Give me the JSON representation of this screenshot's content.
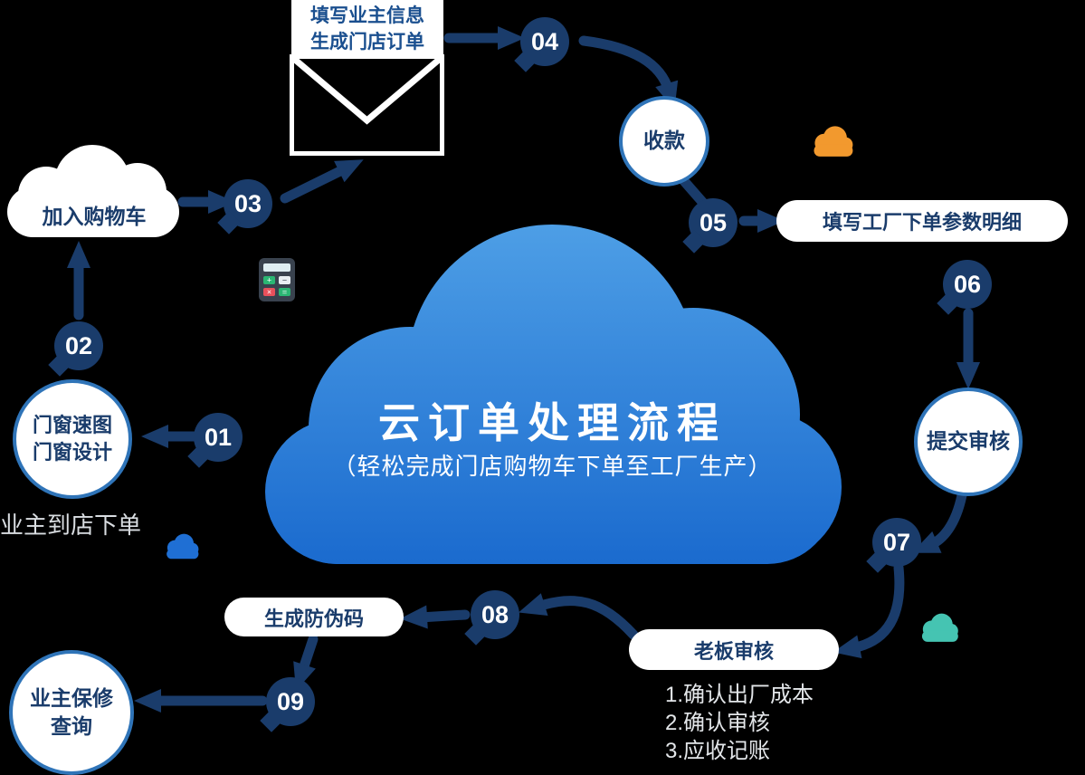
{
  "cloud": {
    "title": "云订单处理流程",
    "subtitle": "（轻松完成门店购物车下单至工厂生产）"
  },
  "steps": [
    "01",
    "02",
    "03",
    "04",
    "05",
    "06",
    "07",
    "08",
    "09"
  ],
  "nodes": {
    "envelope_label": "填写业主信息\n生成门店订单",
    "cart": "加入购物车",
    "design": "门窗速图\n门窗设计",
    "owner_arrive": "业主到店下单",
    "collect": "收款",
    "factory_params": "填写工厂下单参数明细",
    "submit_review": "提交审核",
    "boss_review": "老板审核",
    "security_code": "生成防伪码",
    "warranty": "业主保修\n查询"
  },
  "boss_notes": [
    "1.确认出厂成本",
    "2.确认审核",
    "3.应收记账"
  ],
  "colors": {
    "navy": "#1a3c6b",
    "cloud_top": "#4e9fe6",
    "cloud_bottom": "#1a6ace",
    "orange_cloud": "#f2992e",
    "teal_cloud": "#45c4b2",
    "blue_cloud": "#1f6fd4"
  }
}
